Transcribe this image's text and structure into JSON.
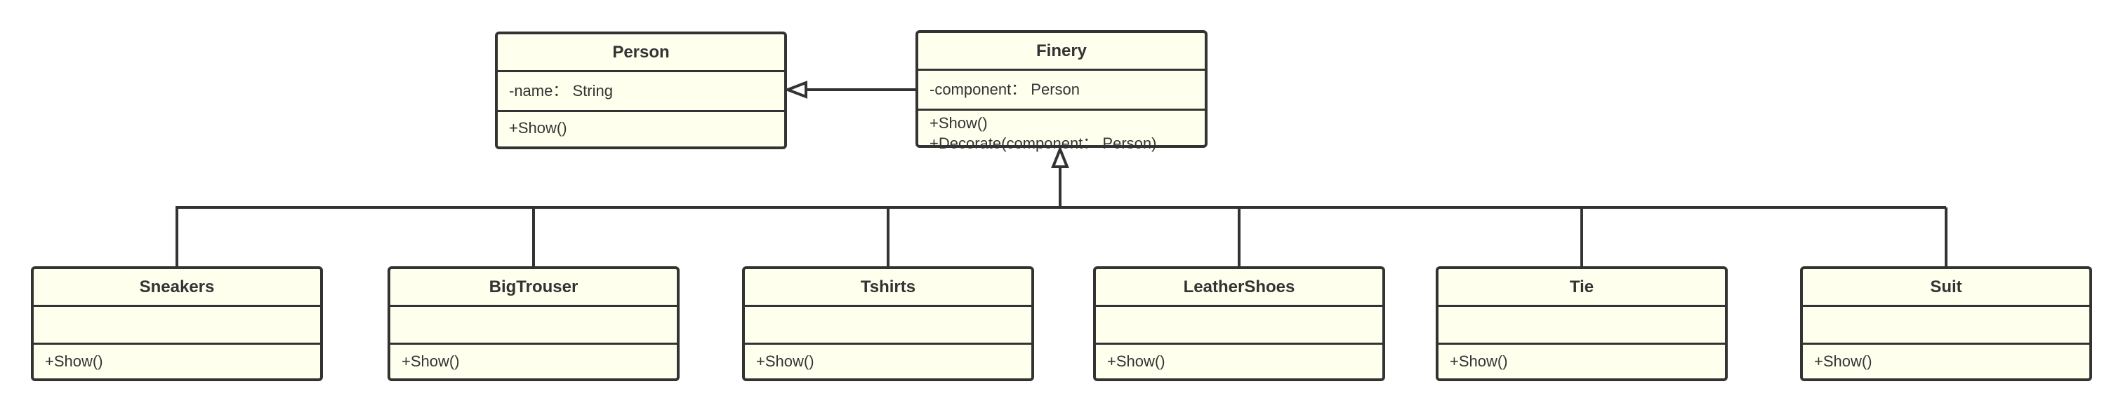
{
  "diagram": {
    "person": {
      "name": "Person",
      "attributes": [
        "-name： String"
      ],
      "operations": [
        "+Show()"
      ]
    },
    "finery": {
      "name": "Finery",
      "attributes": [
        "-component： Person"
      ],
      "operations": [
        "+Show()",
        "+Decorate(component： Person)"
      ]
    },
    "decorators": [
      {
        "name": "Sneakers",
        "operations": [
          "+Show()"
        ]
      },
      {
        "name": "BigTrouser",
        "operations": [
          "+Show()"
        ]
      },
      {
        "name": "Tshirts",
        "operations": [
          "+Show()"
        ]
      },
      {
        "name": "LeatherShoes",
        "operations": [
          "+Show()"
        ]
      },
      {
        "name": "Tie",
        "operations": [
          "+Show()"
        ]
      },
      {
        "name": "Suit",
        "operations": [
          "+Show()"
        ]
      }
    ]
  },
  "colors": {
    "class_fill": "#ffffee",
    "stroke": "#333333",
    "background": "#ffffff"
  }
}
